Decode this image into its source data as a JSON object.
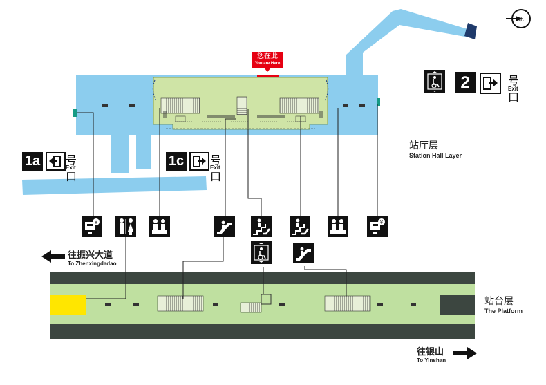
{
  "you_are_here": {
    "cn": "您在此",
    "en": "You are Here"
  },
  "exits": [
    {
      "id": "1a",
      "code": "1a",
      "cn": "号口",
      "en": "Exit"
    },
    {
      "id": "1c",
      "code": "1c",
      "cn": "号口",
      "en": "Exit"
    },
    {
      "id": "2",
      "code": "2",
      "cn": "号口",
      "en": "Exit"
    }
  ],
  "layers": {
    "hall": {
      "cn": "站厅层",
      "en": "Station Hall Layer"
    },
    "platform": {
      "cn": "站台层",
      "en": "The Platform"
    }
  },
  "directions": {
    "west": {
      "cn": "往振兴大道",
      "en": "To Zhenxingdadao"
    },
    "east": {
      "cn": "往银山",
      "en": "To Yinshan"
    }
  },
  "icons": [
    "ticket-machine-icon",
    "toilet-icon",
    "service-center-icon",
    "escalator-icon",
    "stairs-escalator-icon",
    "stairs-escalator-icon",
    "service-center-icon",
    "ticket-machine-icon",
    "accessible-elevator-icon",
    "escalator-icon",
    "accessible-elevator-icon",
    "exit-door-icon",
    "entrance-door-icon",
    "compass-icon"
  ],
  "colors": {
    "hall_blue": "#8ccdee",
    "concourse_green": "#cfe4a6",
    "platform_dark": "#3c4640",
    "platform_light": "#bfe0a0",
    "current_location_red": "#e60012",
    "platform_highlight_yellow": "#ffe600",
    "exit_marker_navy": "#1f3a6b",
    "exit_marker_teal": "#169b85"
  }
}
